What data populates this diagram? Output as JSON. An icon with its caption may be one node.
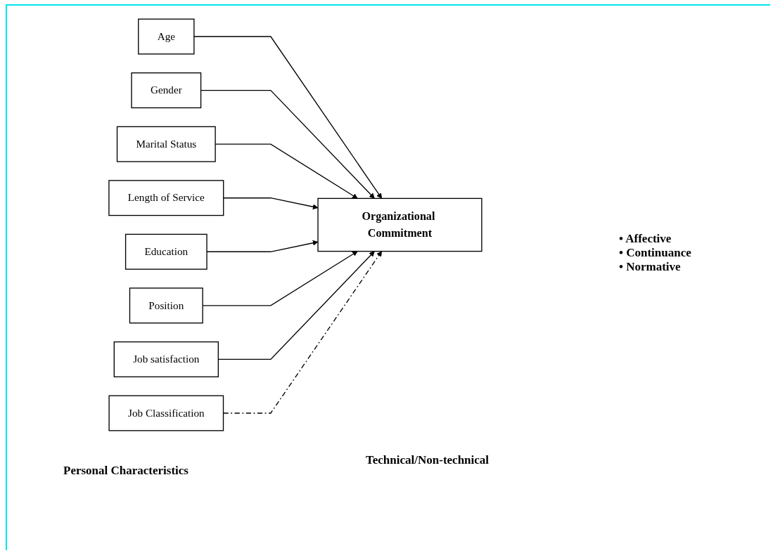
{
  "diagram": {
    "nodes": [
      {
        "text": [
          "Age"
        ]
      },
      {
        "text": [
          "Gender"
        ]
      },
      {
        "text": [
          "Marital Status"
        ]
      },
      {
        "text": [
          "Length of Service"
        ]
      },
      {
        "text": [
          "Education"
        ]
      },
      {
        "text": [
          "Position"
        ]
      },
      {
        "text": [
          "Job satisfaction"
        ]
      },
      {
        "text": [
          "Organizational Commitment"
        ]
      },
      {
        "text": [
          "Job Classification"
        ]
      }
    ],
    "edges": [
      {
        "from": 0,
        "to": 7,
        "arrow": "to"
      },
      {
        "from": 1,
        "to": 7,
        "arrow": "to"
      },
      {
        "from": 2,
        "to": 7,
        "arrow": "to"
      },
      {
        "from": 3,
        "to": 7,
        "arrow": "to"
      },
      {
        "from": 4,
        "to": 7,
        "arrow": "to"
      },
      {
        "from": 5,
        "to": 7,
        "arrow": "to"
      },
      {
        "from": 6,
        "to": 7,
        "arrow": "to"
      },
      {
        "from": 8,
        "to": 7,
        "arrow": "to",
        "style": "dashed"
      }
    ],
    "labels": [
      "Personal Characteristics",
      "Technical/Non-technical",
      "• Affective",
      "• Continuance",
      "• Normative"
    ]
  }
}
